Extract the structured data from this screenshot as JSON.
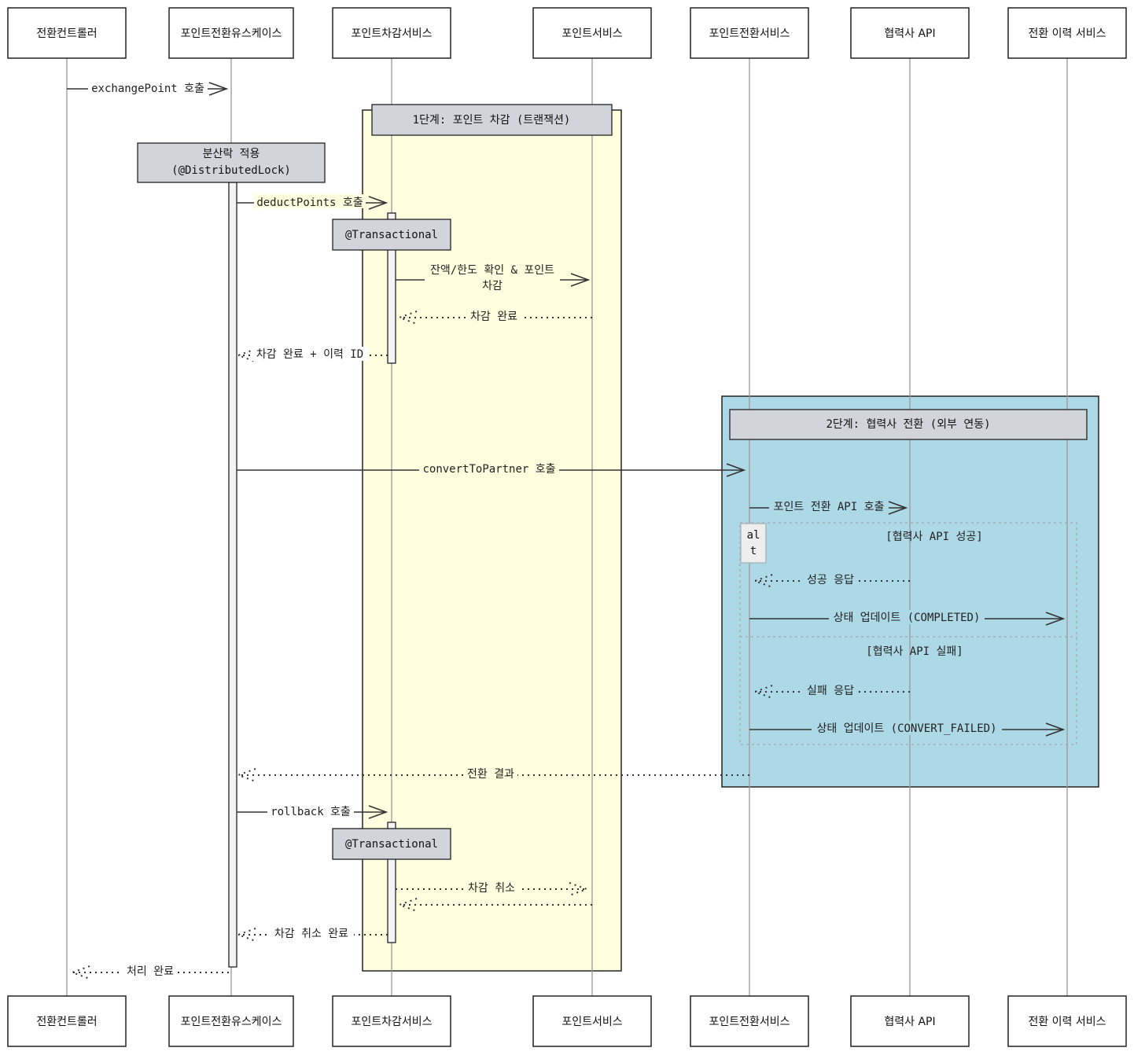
{
  "actors": [
    {
      "id": "controller",
      "label": "전환컨트롤러"
    },
    {
      "id": "usecase",
      "label": "포인트전환유스케이스"
    },
    {
      "id": "deduct",
      "label": "포인트차감서비스"
    },
    {
      "id": "point",
      "label": "포인트서비스"
    },
    {
      "id": "convert",
      "label": "포인트전환서비스"
    },
    {
      "id": "partner",
      "label": "협력사 API"
    },
    {
      "id": "history",
      "label": "전환 이력 서비스"
    }
  ],
  "groups": {
    "phase1": {
      "label": "1단계: 포인트 차감 (트랜잭션)",
      "color": "#ffffe0"
    },
    "phase2": {
      "label": "2단계: 협력사 전환 (외부 연동)",
      "color": "#add8e6"
    }
  },
  "notes": {
    "lock_line1": "분산락 적용",
    "lock_line2": "(@DistributedLock)",
    "tx1": "@Transactional",
    "tx2": "@Transactional"
  },
  "alt": {
    "tag_line1": "al",
    "tag_line2": "t",
    "success_condition": "[협력사 API 성공]",
    "failure_condition": "[협력사 API 실패]"
  },
  "messages": {
    "m1": "exchangePoint 호출",
    "m2": "deductPoints 호출",
    "m3_line1": "잔액/한도 확인 & 포인트",
    "m3_line2": "차감",
    "m4": "차감 완료",
    "m5": "차감 완료 + 이력 ID",
    "m6": "convertToPartner 호출",
    "m7": "포인트 전환 API 호출",
    "m8": "성공 응답",
    "m9": "상태 업데이트 (COMPLETED)",
    "m10": "실패 응답",
    "m11": "상태 업데이트 (CONVERT_FAILED)",
    "m12": "전환 결과",
    "m13": "rollback 호출",
    "m14": "차감 취소",
    "m15": "차감 취소 완료",
    "m16": "처리 완료"
  }
}
